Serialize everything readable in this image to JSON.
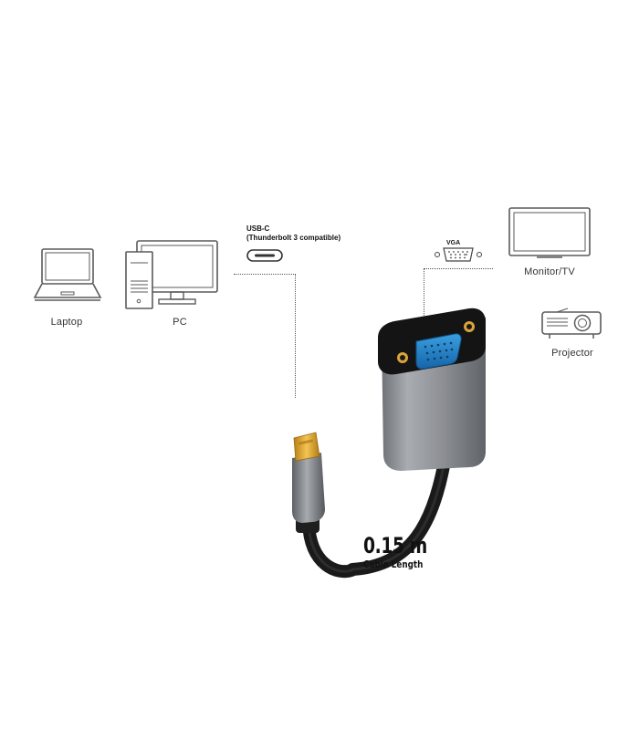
{
  "devices": {
    "laptop_label": "Laptop",
    "pc_label": "PC",
    "monitor_label": "Monitor/TV",
    "projector_label": "Projector"
  },
  "ports": {
    "usbc_line1": "USB-C",
    "usbc_line2": "(Thunderbolt 3 compatible)",
    "vga_label": "VGA"
  },
  "cable": {
    "length_value": "0.15 m",
    "length_caption": "Cable Length"
  },
  "colors": {
    "icon_stroke": "#5a5a5a",
    "housing": "#8e9196",
    "vga_port": "#1f7fc4",
    "connector_gold": "#e3a72f",
    "cable": "#1a1a1a"
  },
  "icons": [
    "laptop-icon",
    "pc-icon",
    "usb-c-port-icon",
    "vga-port-icon",
    "monitor-icon",
    "projector-icon"
  ]
}
